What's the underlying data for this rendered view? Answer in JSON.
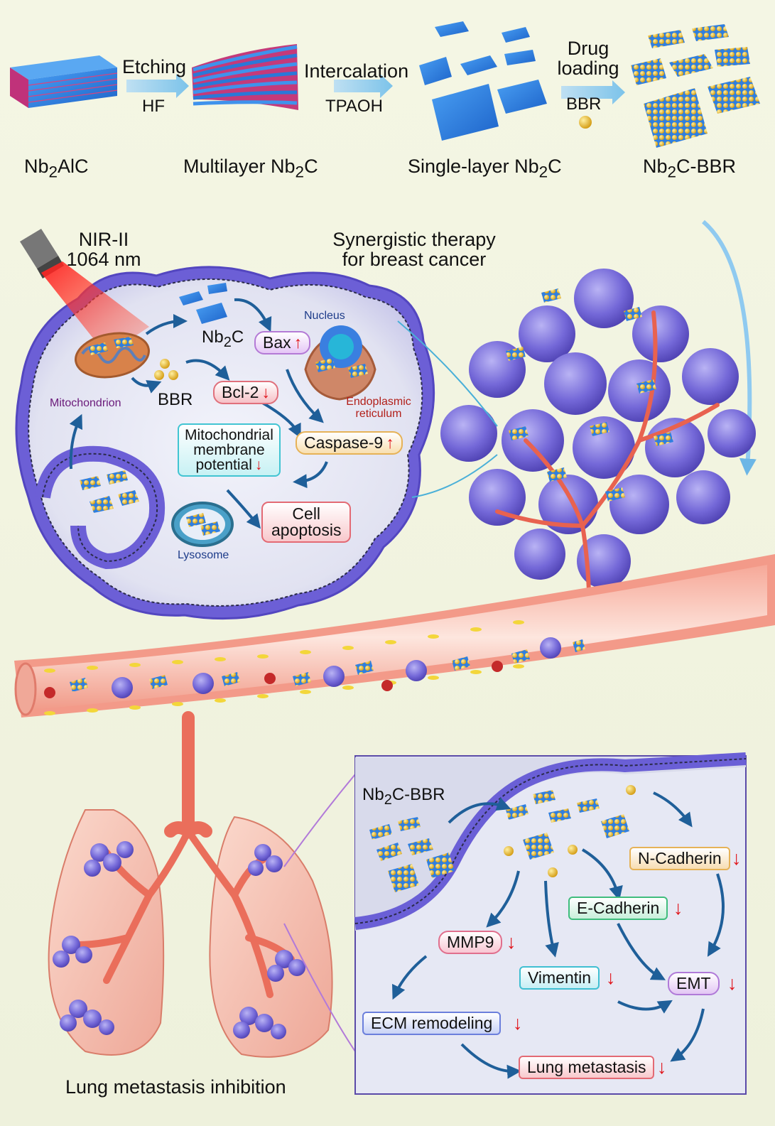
{
  "colors": {
    "nanosheet_blue": "#2f7fe0",
    "particle_gold": "#f2c233",
    "cell_membrane": "#6a5fd8",
    "vessel_red": "#ef8a7e",
    "lung_pink": "#f6c6b8",
    "arrow_blue": "#1f5f99",
    "down_arrow": "#e0141a"
  },
  "synthesis": {
    "steps": [
      {
        "label_html": "Nb<sub>2</sub>AlC"
      },
      {
        "label_html": "Multilayer Nb<sub>2</sub>C"
      },
      {
        "label_html": "Single-layer Nb<sub>2</sub>C"
      },
      {
        "label_html": "Nb<sub>2</sub>C-BBR"
      }
    ],
    "arrow1": {
      "top": "Etching",
      "bottom": "HF"
    },
    "arrow2": {
      "top": "Intercalation",
      "bottom": "TPAOH"
    },
    "arrow3": {
      "top_line1": "Drug",
      "top_line2": "loading",
      "bottom": "BBR"
    }
  },
  "therapy": {
    "laser_line1": "NIR-II",
    "laser_line2": "1064 nm",
    "title_line1": "Synergistic therapy",
    "title_line2": "for breast cancer",
    "nb2c_html": "Nb<sub>2</sub>C",
    "bbr": "BBR",
    "bax": "Bax",
    "bcl2": "Bcl-2",
    "caspase9": "Caspase-9",
    "mmp_line1": "Mitochondrial",
    "mmp_line2": "membrane",
    "mmp_line3": "potential",
    "apoptosis_line1": "Cell",
    "apoptosis_line2": "apoptosis",
    "mitochondrion": "Mitochondrion",
    "nucleus": "Nucleus",
    "er_line1": "Endoplasmic",
    "er_line2": "reticulum",
    "lysosome": "Lysosome"
  },
  "metastasis": {
    "caption": "Lung metastasis inhibition",
    "nb2c_bbr_html": "Nb<sub>2</sub>C-BBR",
    "n_cadherin": "N-Cadherin",
    "e_cadherin": "E-Cadherin",
    "mmp9": "MMP9",
    "vimentin": "Vimentin",
    "emt": "EMT",
    "ecm": "ECM remodeling",
    "lung_metastasis": "Lung metastasis"
  },
  "symbols": {
    "up": "↑",
    "down": "↓"
  }
}
